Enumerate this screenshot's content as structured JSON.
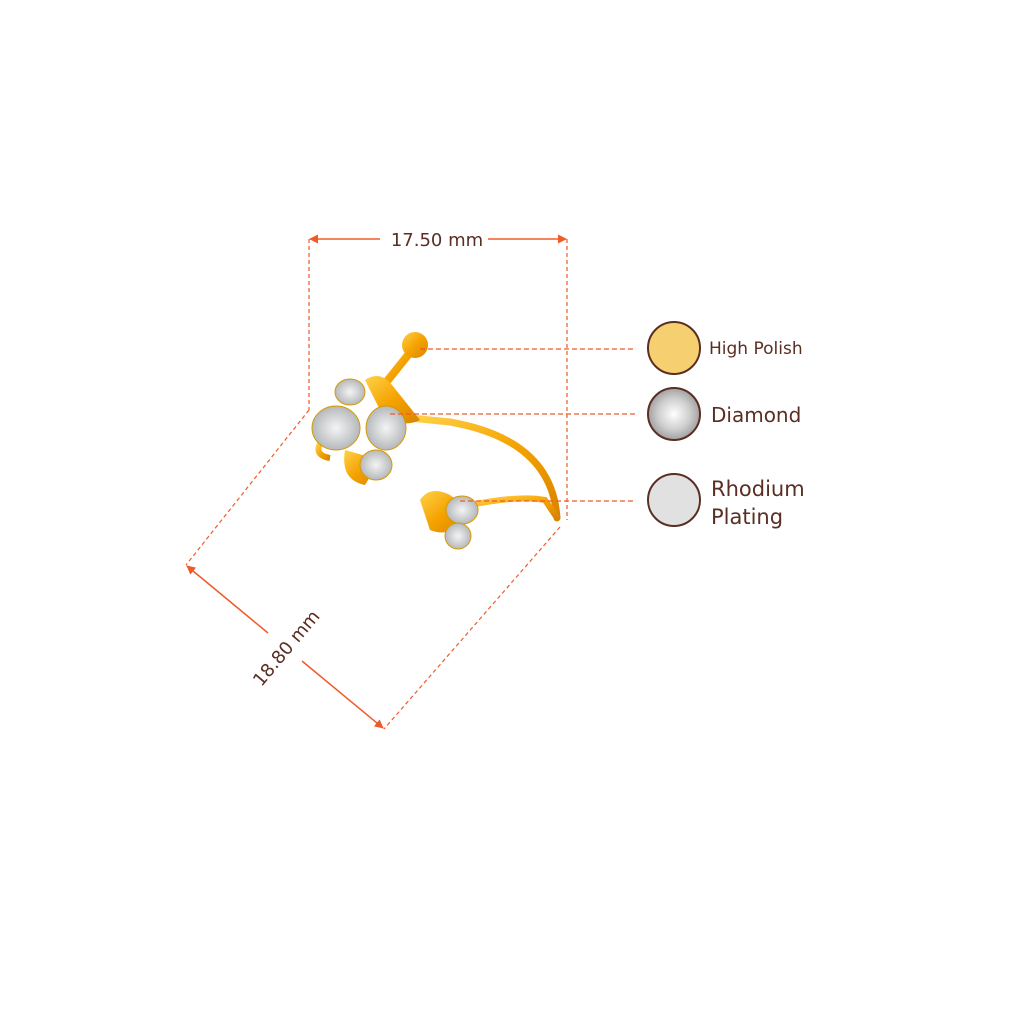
{
  "dimensions": {
    "width_label": "17.50 mm",
    "height_label": "18.80 mm"
  },
  "legend": [
    {
      "label": "High Polish",
      "swatch_color": "#f6cf70",
      "icon": "high-polish-swatch"
    },
    {
      "label": "Diamond",
      "swatch_color": "#d9d9d9",
      "icon": "diamond-swatch"
    },
    {
      "label_line1": "Rhodium",
      "label_line2": "Plating",
      "swatch_color": "#e1e1e1",
      "icon": "rhodium-swatch"
    }
  ],
  "colors": {
    "accent": "#f05a28",
    "text": "#5a2e22",
    "gold": "#f5a800"
  }
}
